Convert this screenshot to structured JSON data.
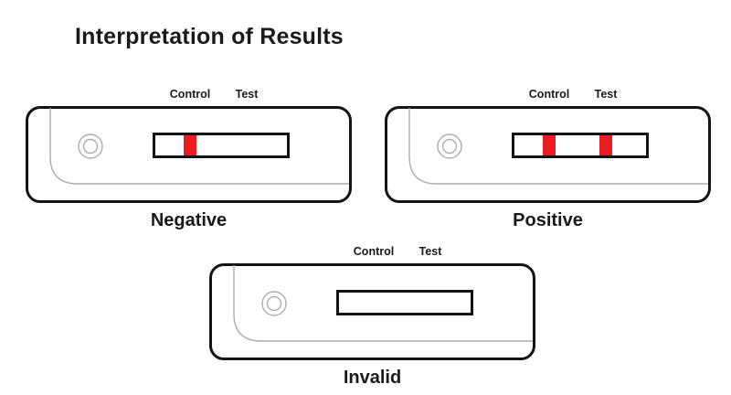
{
  "title": "Interpretation of Results",
  "strip_labels": {
    "control": "Control",
    "test": "Test"
  },
  "cassettes": [
    {
      "id": "negative",
      "caption": "Negative",
      "control_line": true,
      "test_line": false
    },
    {
      "id": "positive",
      "caption": "Positive",
      "control_line": true,
      "test_line": true
    },
    {
      "id": "invalid",
      "caption": "Invalid",
      "control_line": false,
      "test_line": false
    }
  ],
  "colors": {
    "band_red": "#EC1C24",
    "outline_black": "#141414",
    "detail_gray": "#ACACAC"
  }
}
